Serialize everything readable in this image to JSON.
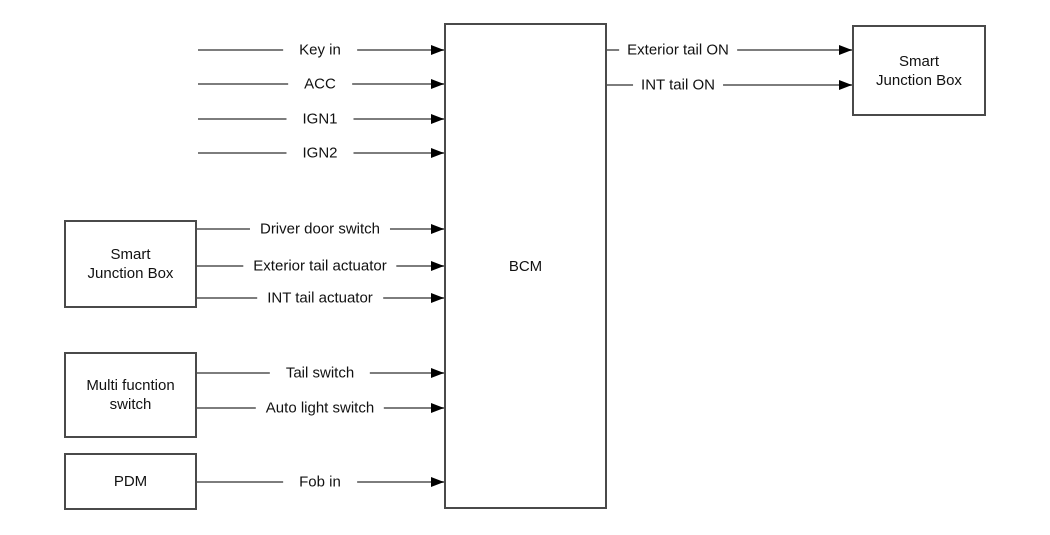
{
  "diagram": {
    "type": "block-diagram",
    "colors": {
      "background": "#ffffff",
      "wire": "#7d7d7d",
      "box_border": "#4a4a4a",
      "arrowhead": "#000000",
      "text": "#111111"
    },
    "boxes": {
      "bcm": {
        "label": "BCM"
      },
      "smart_junction_box_left": {
        "label": "Smart\nJunction Box"
      },
      "multi_function_switch": {
        "label": "Multi fucntion\nswitch"
      },
      "pdm": {
        "label": "PDM"
      },
      "smart_junction_box_right": {
        "label": "Smart\nJunction Box"
      }
    },
    "inputs": [
      {
        "label": "Key in",
        "target": "bcm"
      },
      {
        "label": "ACC",
        "target": "bcm"
      },
      {
        "label": "IGN1",
        "target": "bcm"
      },
      {
        "label": "IGN2",
        "target": "bcm"
      },
      {
        "label": "Driver door switch",
        "source": "smart_junction_box_left",
        "target": "bcm"
      },
      {
        "label": "Exterior tail actuator",
        "source": "smart_junction_box_left",
        "target": "bcm"
      },
      {
        "label": "INT tail actuator",
        "source": "smart_junction_box_left",
        "target": "bcm"
      },
      {
        "label": "Tail switch",
        "source": "multi_function_switch",
        "target": "bcm"
      },
      {
        "label": "Auto light switch",
        "source": "multi_function_switch",
        "target": "bcm"
      },
      {
        "label": "Fob in",
        "source": "pdm",
        "target": "bcm"
      }
    ],
    "outputs": [
      {
        "label": "Exterior tail ON",
        "source": "bcm",
        "target": "smart_junction_box_right"
      },
      {
        "label": "INT tail ON",
        "source": "bcm",
        "target": "smart_junction_box_right"
      }
    ]
  }
}
